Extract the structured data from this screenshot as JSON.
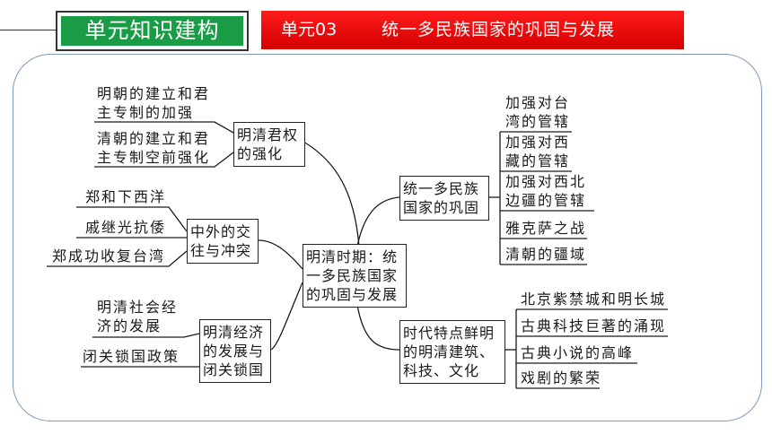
{
  "header": {
    "badge": "单元知识建构",
    "unit_code": "单元03",
    "unit_title": "统一多民族国家的巩固与发展"
  },
  "center": {
    "lines": [
      "明清时期：统",
      "一多民族国家",
      "的巩固与发展"
    ]
  },
  "branches": {
    "power": {
      "lines": [
        "明清君权",
        "的强化"
      ],
      "items": [
        {
          "lines": [
            "明朝的建立和君",
            "主专制的加强"
          ]
        },
        {
          "lines": [
            "清朝的建立和君",
            "主专制空前强化"
          ]
        }
      ]
    },
    "foreign": {
      "lines": [
        "中外的交",
        "往与冲突"
      ],
      "items": [
        {
          "lines": [
            "郑和下西洋"
          ]
        },
        {
          "lines": [
            "戚继光抗倭"
          ]
        },
        {
          "lines": [
            "郑成功收复台湾"
          ]
        }
      ]
    },
    "economy": {
      "lines": [
        "明清经济",
        "的发展与",
        "闭关锁国"
      ],
      "items": [
        {
          "lines": [
            "明清社会经",
            "济的发展"
          ]
        },
        {
          "lines": [
            "闭关锁国政策"
          ]
        }
      ]
    },
    "unity": {
      "lines": [
        "统一多民族",
        "国家的巩固"
      ],
      "items": [
        {
          "lines": [
            "加强对台",
            "湾的管辖"
          ]
        },
        {
          "lines": [
            "加强对西",
            "藏的管辖"
          ]
        },
        {
          "lines": [
            "加强对西北",
            "边疆的管辖"
          ]
        },
        {
          "lines": [
            "雅克萨之战"
          ]
        },
        {
          "lines": [
            "清朝的疆域"
          ]
        }
      ]
    },
    "culture": {
      "lines": [
        "时代特点鲜明",
        "的明清建筑、",
        "科技、文化"
      ],
      "items": [
        {
          "lines": [
            "北京紫禁城和明长城"
          ]
        },
        {
          "lines": [
            "古典科技巨著的涌现"
          ]
        },
        {
          "lines": [
            "古典小说的高峰"
          ]
        },
        {
          "lines": [
            "戏剧的繁荣"
          ]
        }
      ]
    }
  }
}
